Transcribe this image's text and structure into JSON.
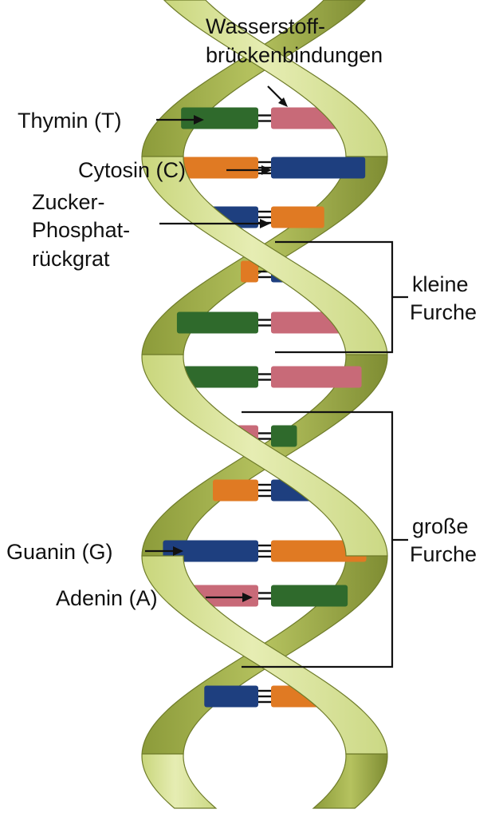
{
  "colors": {
    "thymine": "#2f6a2c",
    "adenine": "#c86a78",
    "cytosine": "#e07a23",
    "guanine": "#1e3f7f",
    "backbone_light": "#dde6a2",
    "backbone_dark": "#9bab45",
    "backbone_edge": "#6f7c2a",
    "hbond": "#111111"
  },
  "labels": {
    "hbonds_line1": "Wasserstoff-",
    "hbonds_line2": "brückenbindungen",
    "thymine": "Thymin (T)",
    "cytosine": "Cytosin (C)",
    "backbone_line1": "Zucker-",
    "backbone_line2": "Phosphat-",
    "backbone_line3": "rückgrat",
    "minor_groove_line1": "kleine",
    "minor_groove_line2": "Furche",
    "major_groove_line1": "große",
    "major_groove_line2": "Furche",
    "guanine": "Guanin (G)",
    "adenine": "Adenin (A)"
  },
  "base_pairs": [
    {
      "left": "thymine",
      "right": "adenine",
      "bonds": 2
    },
    {
      "left": "cytosine",
      "right": "guanine",
      "bonds": 3
    },
    {
      "left": "guanine",
      "right": "cytosine",
      "bonds": 3
    },
    {
      "left": "cytosine",
      "right": "guanine",
      "bonds": 3
    },
    {
      "left": "thymine",
      "right": "adenine",
      "bonds": 2
    },
    {
      "left": "thymine",
      "right": "adenine",
      "bonds": 2
    },
    {
      "left": "adenine",
      "right": "thymine",
      "bonds": 2
    },
    {
      "left": "cytosine",
      "right": "guanine",
      "bonds": 3
    },
    {
      "left": "guanine",
      "right": "cytosine",
      "bonds": 3
    },
    {
      "left": "adenine",
      "right": "thymine",
      "bonds": 2
    },
    {
      "left": "guanine",
      "right": "cytosine",
      "bonds": 3
    }
  ]
}
